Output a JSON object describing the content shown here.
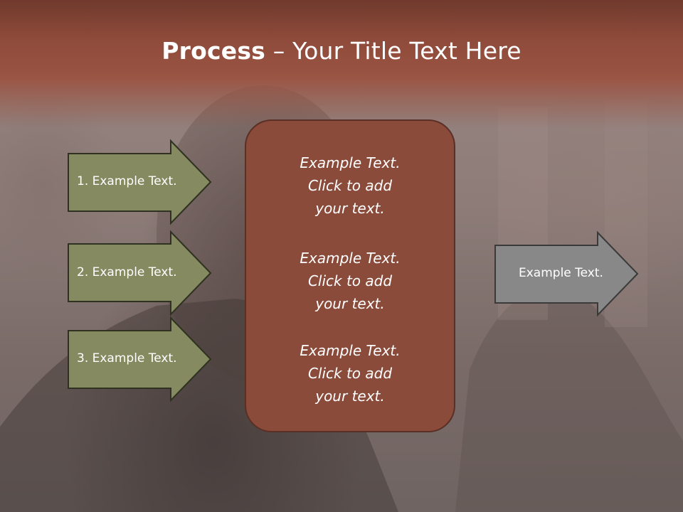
{
  "slide": {
    "title_bold": "Process",
    "title_rest": " – Your Title Text Here",
    "left_arrows": [
      {
        "label": "1. Example Text."
      },
      {
        "label": "2. Example Text."
      },
      {
        "label": "3. Example Text."
      }
    ],
    "center_blocks": [
      {
        "line1": "Example Text.",
        "line2": "Click  to add",
        "line3": "your text."
      },
      {
        "line1": "Example Text.",
        "line2": "Click  to add",
        "line3": "your text."
      },
      {
        "line1": "Example Text.",
        "line2": "Click  to add",
        "line3": "your text."
      }
    ],
    "right_arrow": {
      "label": "Example Text."
    }
  },
  "colors": {
    "title_band": "#8e4a3a",
    "left_arrow_fill": "#858a60",
    "center_box_fill": "#8b4b3b",
    "right_arrow_fill": "#888888"
  }
}
